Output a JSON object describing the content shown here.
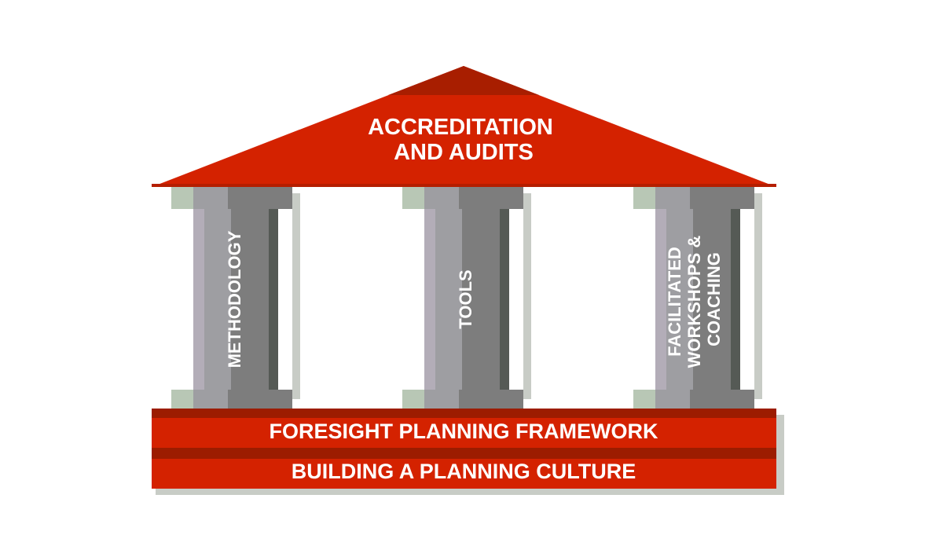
{
  "roof": {
    "lines": [
      "ACCREDITATION",
      "AND AUDITS"
    ]
  },
  "pillars": [
    {
      "lines": [
        "METHODOLOGY"
      ]
    },
    {
      "lines": [
        "TOOLS"
      ]
    },
    {
      "lines": [
        "FACILITATED",
        "WORKSHOPS &",
        "COACHING"
      ]
    }
  ],
  "base": {
    "top_label": "FORESIGHT PLANNING FRAMEWORK",
    "bottom_label": "BUILDING A PLANNING CULTURE"
  },
  "colors": {
    "roof": "#d42200",
    "roof_dark": "#a81e00",
    "band": "#d42200",
    "band_dark": "#9c1c00",
    "pillar_front": "#7d7d7d",
    "pillar_light": "#9e9ea2",
    "pillar_lilac": "#b3adb8",
    "pillar_green": "#b8c7b5",
    "shadow": "#c8ccc6"
  }
}
